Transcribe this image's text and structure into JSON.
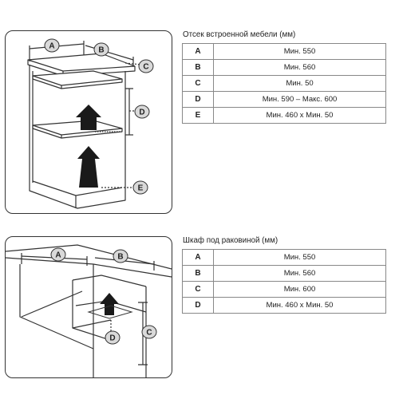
{
  "built_in": {
    "title": "Отсек встроенной мебели (мм)",
    "rows": [
      {
        "key": "A",
        "value": "Мин. 550"
      },
      {
        "key": "B",
        "value": "Мин. 560"
      },
      {
        "key": "C",
        "value": "Мин. 50"
      },
      {
        "key": "D",
        "value": "Мин. 590 – Макс. 600"
      },
      {
        "key": "E",
        "value": "Мин. 460 x Мин. 50"
      }
    ],
    "markers": [
      "A",
      "B",
      "C",
      "D",
      "E"
    ]
  },
  "under_sink": {
    "title": "Шкаф под раковиной (мм)",
    "rows": [
      {
        "key": "A",
        "value": "Мин. 550"
      },
      {
        "key": "B",
        "value": "Мин. 560"
      },
      {
        "key": "C",
        "value": "Мин. 600"
      },
      {
        "key": "D",
        "value": "Мин. 460 x Мин. 50"
      }
    ],
    "markers": [
      "A",
      "B",
      "C",
      "D"
    ]
  },
  "colors": {
    "line": "#333333",
    "marker_fill": "#d9d9d9",
    "arrow": "#1a1a1a"
  }
}
